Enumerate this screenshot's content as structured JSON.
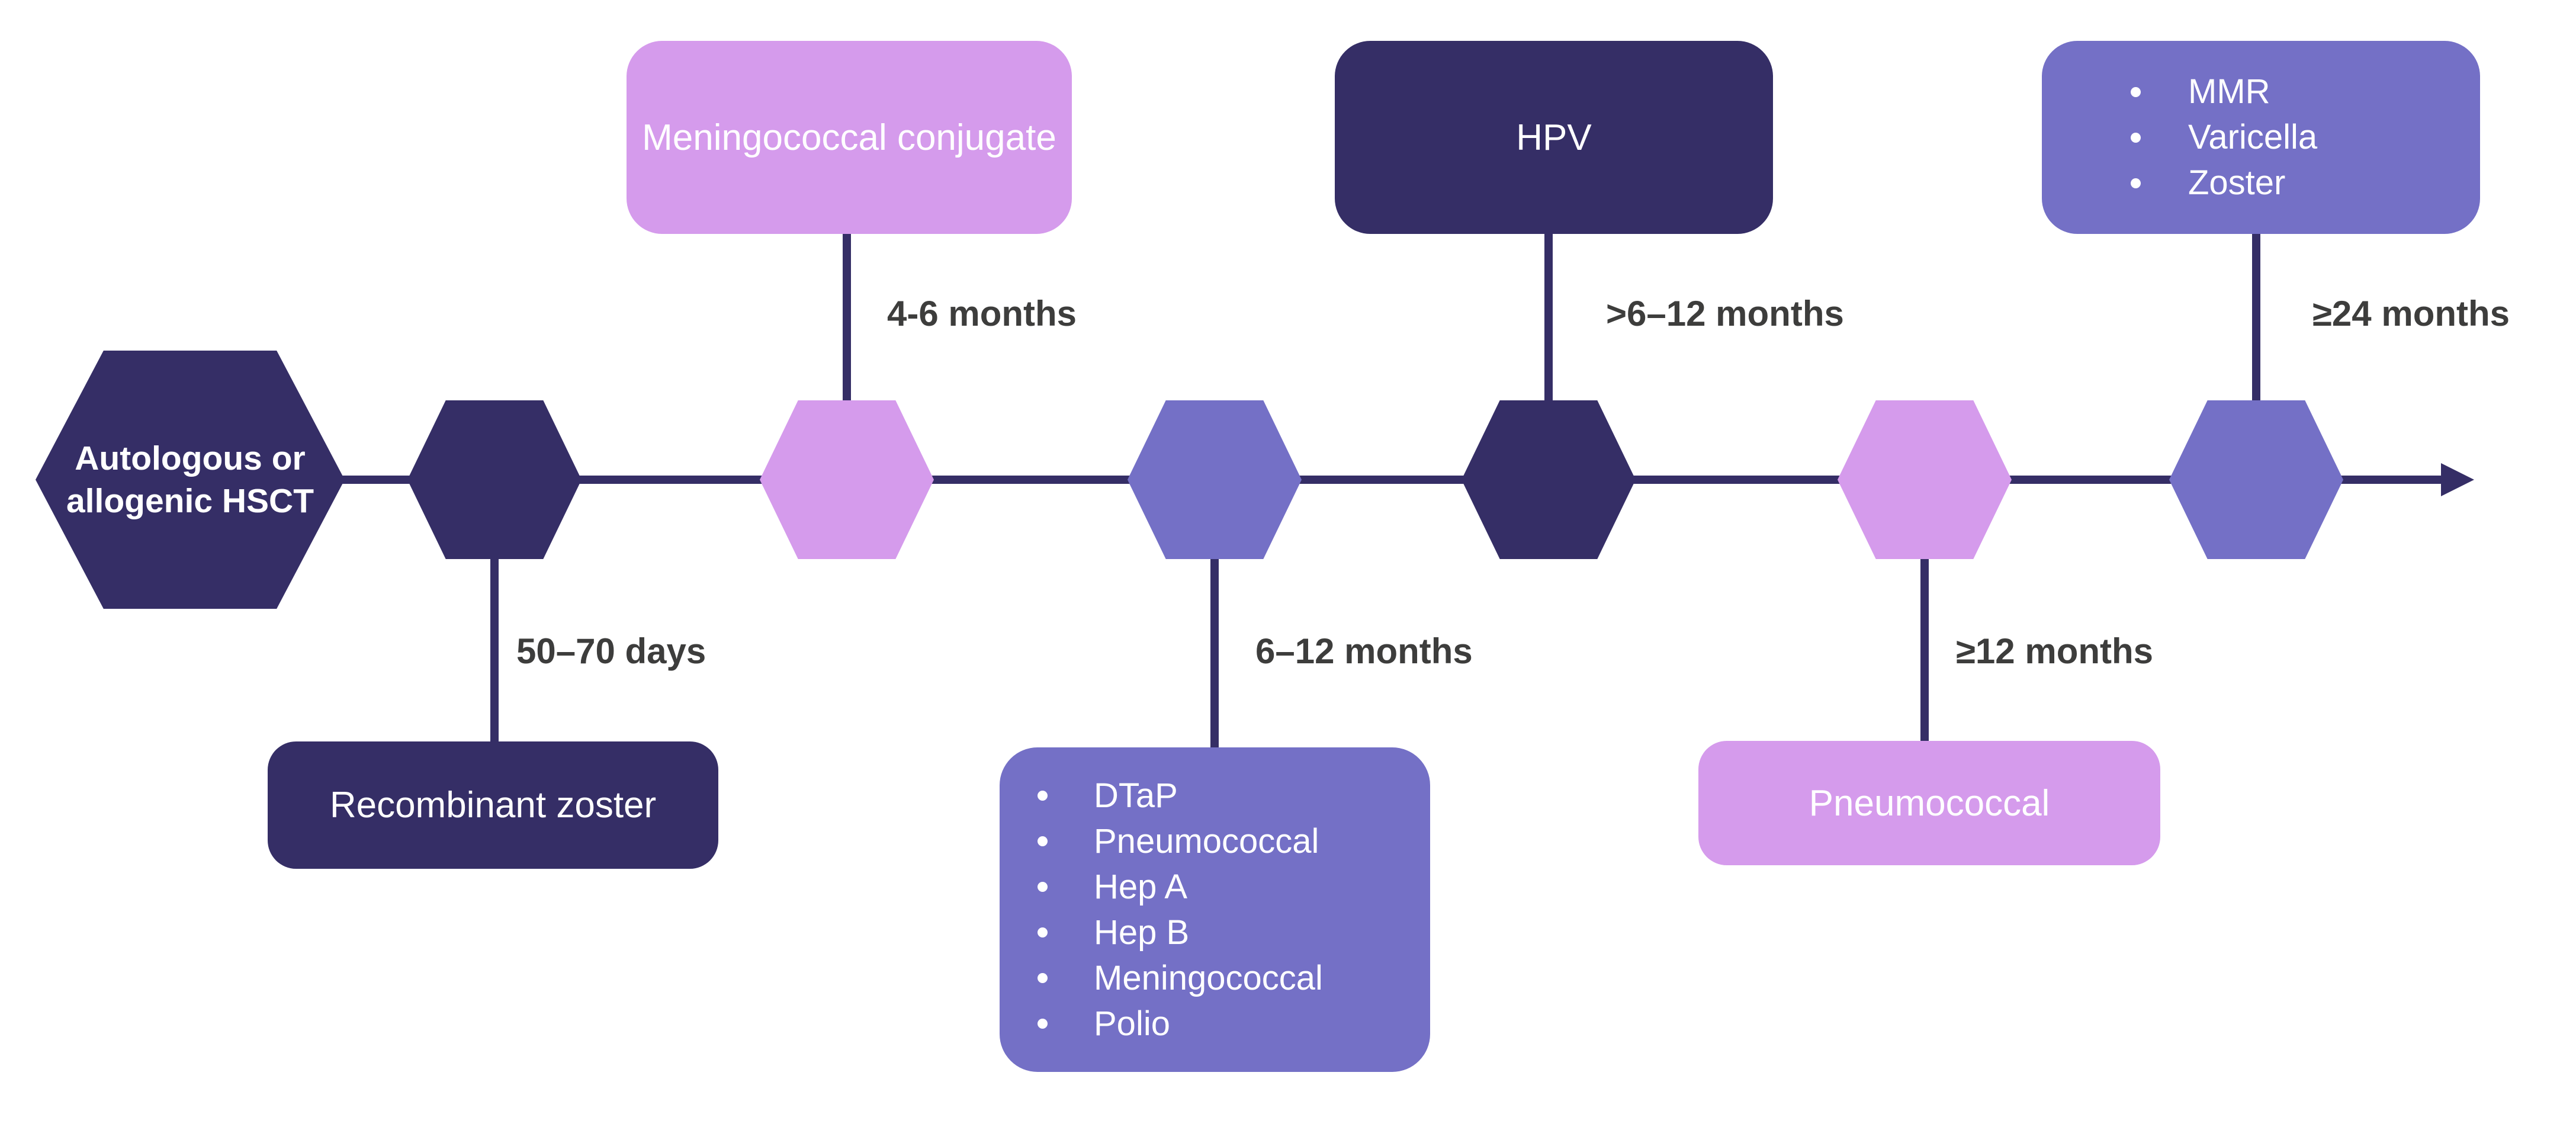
{
  "palette": {
    "dark": "#352e66",
    "light": "#d59bec",
    "medium": "#7470c6",
    "label": "#3d3d3c",
    "white": "#ffffff",
    "background": "#ffffff"
  },
  "timeline": {
    "start_label_lines": [
      "Autologous or",
      "allogenic HSCT"
    ],
    "direction": "left-to-right-arrow",
    "events": [
      {
        "time_label": "50–70 days",
        "position": "below",
        "color": "dark",
        "items": [
          "Recombinant zoster"
        ]
      },
      {
        "time_label": "4-6 months",
        "position": "above",
        "color": "light",
        "items": [
          "Meningococcal conjugate"
        ]
      },
      {
        "time_label": "6–12 months",
        "position": "below",
        "color": "medium",
        "bulleted": true,
        "items": [
          "DTaP",
          "Pneumococcal",
          "Hep A",
          "Hep B",
          "Meningococcal",
          "Polio"
        ]
      },
      {
        "time_label": ">6–12 months",
        "position": "above",
        "color": "dark",
        "items": [
          "HPV"
        ]
      },
      {
        "time_label": "≥12 months",
        "position": "below",
        "color": "light",
        "items": [
          "Pneumococcal"
        ]
      },
      {
        "time_label": "≥24 months",
        "position": "above",
        "color": "medium",
        "bulleted": true,
        "items": [
          "MMR",
          "Varicella",
          "Zoster"
        ]
      }
    ]
  }
}
